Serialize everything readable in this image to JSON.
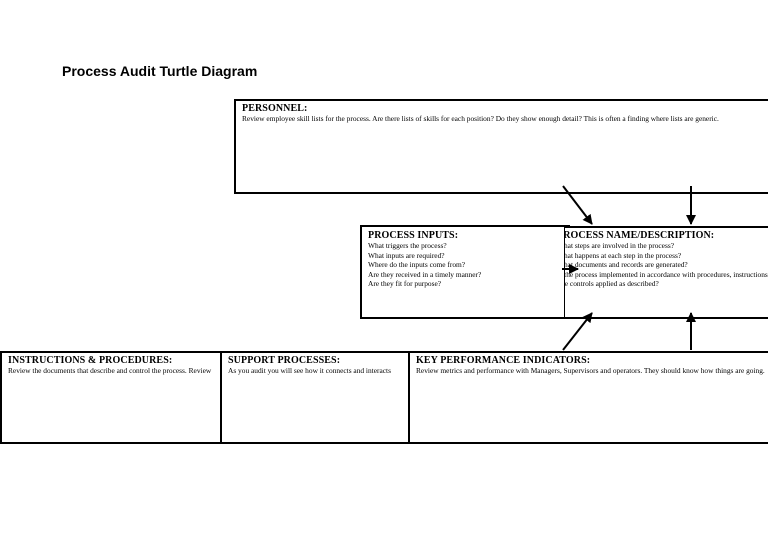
{
  "title": "Process Audit Turtle Diagram",
  "personnel": {
    "heading": "PERSONNEL:",
    "lines": [
      "Review employee skill lists for the process. Are there lists of skills for each position? Do they show enough detail? This is often a finding where lists are generic."
    ]
  },
  "inputs": {
    "heading": "PROCESS INPUTS:",
    "lines": [
      "What triggers the process?",
      "What inputs are required?",
      "Where do the inputs come from?",
      "Are they received in a timely manner?",
      "Are they fit for purpose?"
    ]
  },
  "process": {
    "heading": "PROCESS NAME/DESCRIPTION:",
    "lines": [
      "What steps are involved in the process?",
      "What happens at each step in the process?",
      "What documents and records are generated?",
      "Is the process implemented in accordance with procedures, instructions?",
      "Are controls applied as described?"
    ]
  },
  "instructions": {
    "heading": "INSTRUCTIONS & PROCEDURES:",
    "lines": [
      "Review the documents that describe and control the process. Review"
    ]
  },
  "support": {
    "heading": "SUPPORT PROCESSES:",
    "lines": [
      "As you audit you will see how it connects and interacts"
    ]
  },
  "kpi": {
    "heading": "KEY PERFORMANCE INDICATORS:",
    "lines": [
      "Review metrics and performance with Managers, Supervisors and operators. They should know how things are going."
    ]
  },
  "colors": {
    "stroke": "#000000",
    "background": "#ffffff"
  }
}
